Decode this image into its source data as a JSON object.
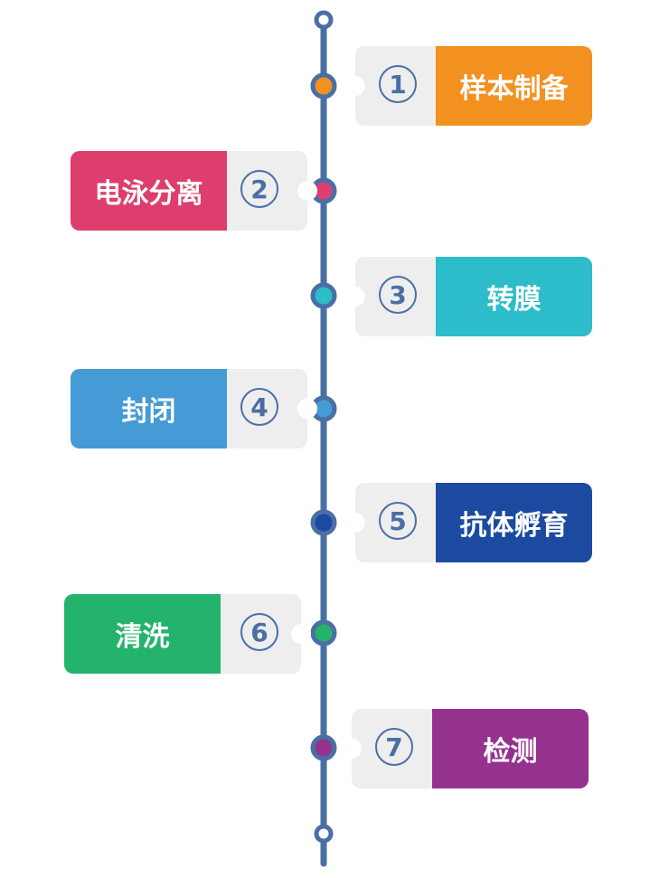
{
  "colors": {
    "timeline": "#4a6fa5",
    "tab_background": "#eeeeee"
  },
  "steps": [
    {
      "number": "1",
      "label": "样本制备",
      "color": "#f29120"
    },
    {
      "number": "2",
      "label": "电泳分离",
      "color": "#dd3e6e"
    },
    {
      "number": "3",
      "label": "转膜",
      "color": "#2cbcca"
    },
    {
      "number": "4",
      "label": "封闭",
      "color": "#459bd5"
    },
    {
      "number": "5",
      "label": "抗体孵育",
      "color": "#1c4aa0"
    },
    {
      "number": "6",
      "label": "清洗",
      "color": "#24b36d"
    },
    {
      "number": "7",
      "label": "检测",
      "color": "#94328e"
    }
  ]
}
